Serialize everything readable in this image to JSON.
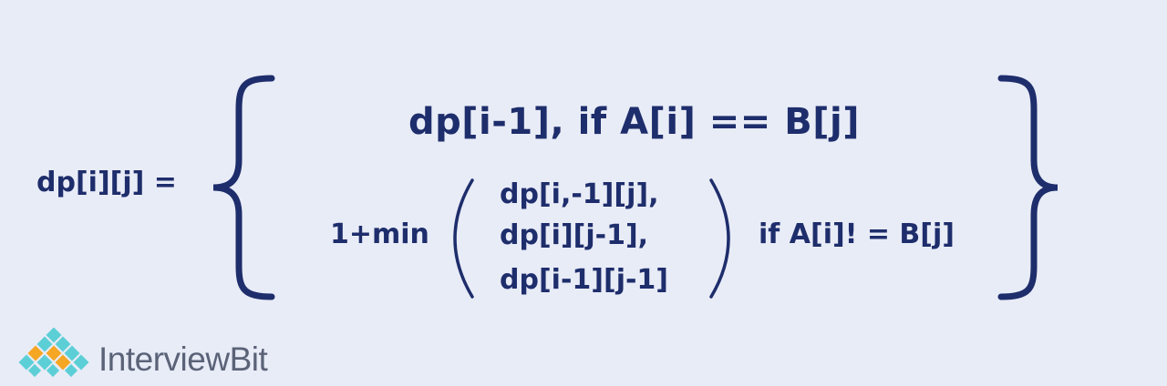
{
  "equation": {
    "lhs": "dp[i][j] =",
    "case1": "dp[i-1], if A[i] == B[j]",
    "case2_prefix": "1+min",
    "min_args": [
      "dp[i,-1][j],",
      "dp[i][j-1],",
      "dp[i-1][j-1]"
    ],
    "case2_condition": "if A[i]! = B[j]"
  },
  "brand": {
    "name_part1": "Interview",
    "name_part2": "Bit",
    "logo_icon": "diamond-grid-logo-icon"
  },
  "colors": {
    "background": "#e8ecf7",
    "text": "#1e2d6b",
    "logo_teal": "#5ccfd6",
    "logo_orange": "#f5a623",
    "brand_gray": "#5b6378"
  }
}
